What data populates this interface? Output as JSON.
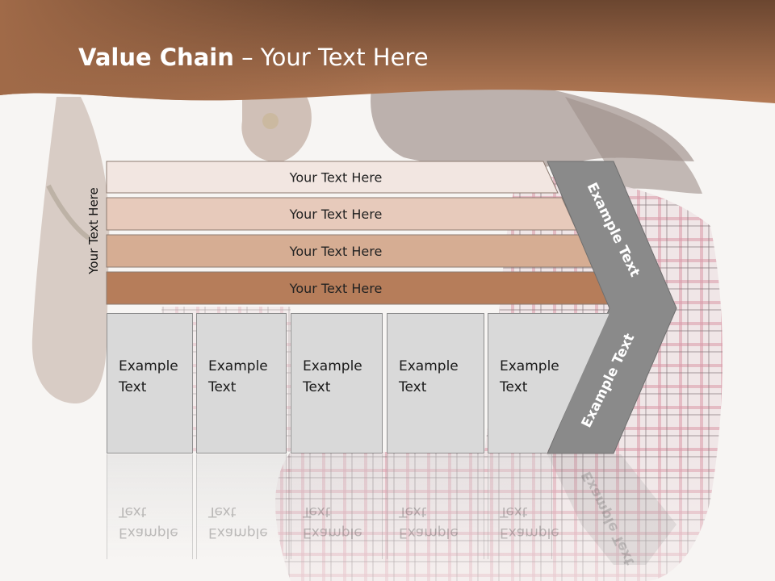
{
  "slide": {
    "title_bold": "Value Chain",
    "title_rest": " – Your Text Here"
  },
  "diagram": {
    "side_label": "Your Text Here",
    "rows": [
      {
        "label": "Your Text Here",
        "color": "#f2e6e1"
      },
      {
        "label": "Your Text Here",
        "color": "#e7cabb"
      },
      {
        "label": "Your Text Here",
        "color": "#d6ad93"
      },
      {
        "label": "Your Text Here",
        "color": "#b67d5a"
      }
    ],
    "chevron": {
      "top_label": "Example Text",
      "bottom_label": "Example Text",
      "color": "#8a8a8a"
    },
    "boxes": [
      {
        "line1": "Example",
        "line2": "Text"
      },
      {
        "line1": "Example",
        "line2": "Text"
      },
      {
        "line1": "Example",
        "line2": "Text"
      },
      {
        "line1": "Example",
        "line2": "Text"
      },
      {
        "line1": "Example",
        "line2": "Text"
      }
    ]
  },
  "colors": {
    "header_dark": "#6b4630",
    "header_light": "#a9734f",
    "box_fill": "#d9d9d9"
  }
}
